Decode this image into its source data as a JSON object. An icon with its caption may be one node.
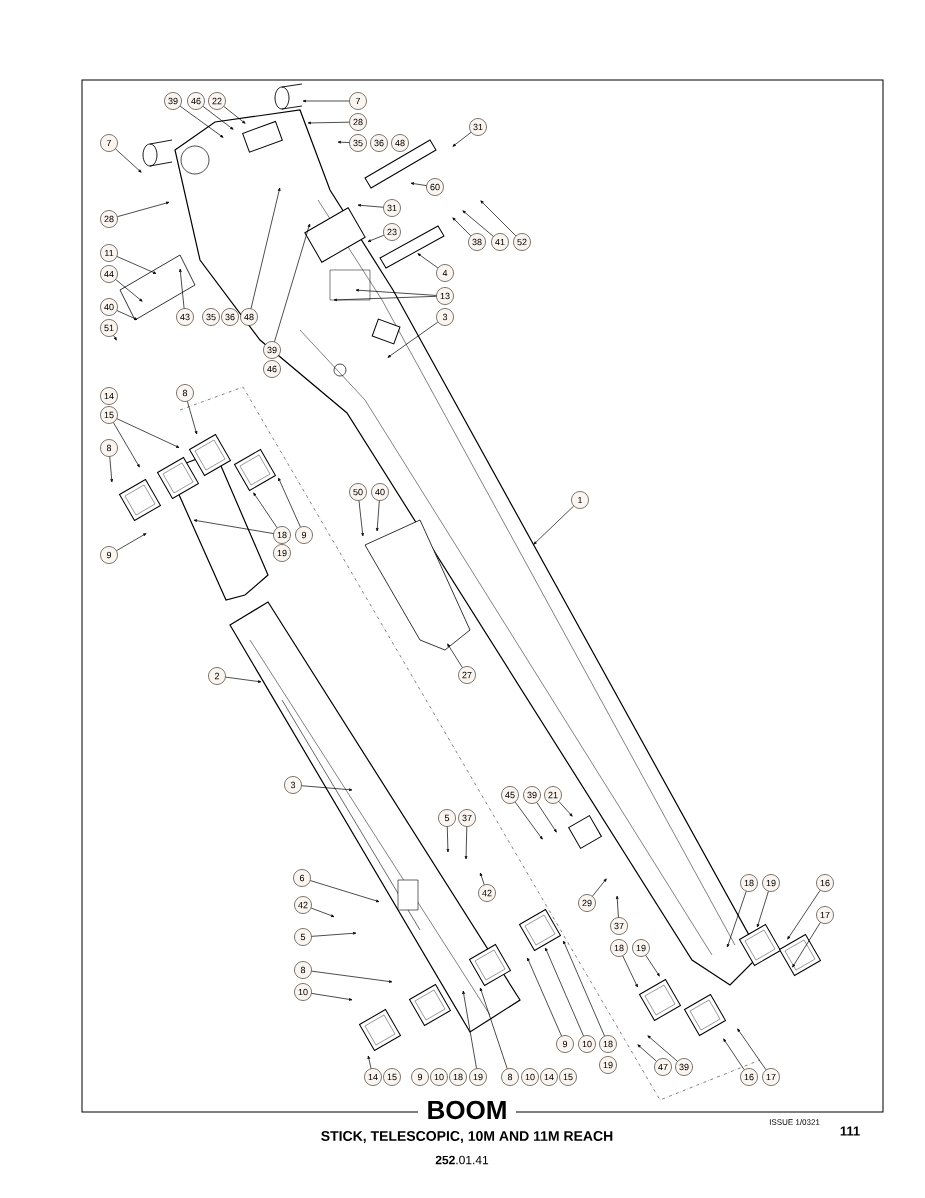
{
  "diagram": {
    "title": "BOOM",
    "nodes": [
      {
        "text": [
          "39"
        ]
      },
      {
        "text": [
          "46"
        ]
      },
      {
        "text": [
          "22"
        ]
      },
      {
        "text": [
          "7"
        ]
      },
      {
        "text": [
          "28"
        ]
      },
      {
        "text": [
          "35"
        ]
      },
      {
        "text": [
          "36"
        ]
      },
      {
        "text": [
          "48"
        ]
      },
      {
        "text": [
          "31"
        ]
      },
      {
        "text": [
          "7"
        ]
      },
      {
        "text": [
          "60"
        ]
      },
      {
        "text": [
          "31"
        ]
      },
      {
        "text": [
          "28"
        ]
      },
      {
        "text": [
          "23"
        ]
      },
      {
        "text": [
          "38"
        ]
      },
      {
        "text": [
          "41"
        ]
      },
      {
        "text": [
          "52"
        ]
      },
      {
        "text": [
          "11"
        ]
      },
      {
        "text": [
          "4"
        ]
      },
      {
        "text": [
          "44"
        ]
      },
      {
        "text": [
          "13"
        ]
      },
      {
        "text": [
          "40"
        ]
      },
      {
        "text": [
          "43"
        ]
      },
      {
        "text": [
          "35"
        ]
      },
      {
        "text": [
          "36"
        ]
      },
      {
        "text": [
          "48"
        ]
      },
      {
        "text": [
          "3"
        ]
      },
      {
        "text": [
          "51"
        ]
      },
      {
        "text": [
          "39"
        ]
      },
      {
        "text": [
          "46"
        ]
      },
      {
        "text": [
          "14"
        ]
      },
      {
        "text": [
          "8"
        ]
      },
      {
        "text": [
          "15"
        ]
      },
      {
        "text": [
          "8"
        ]
      },
      {
        "text": [
          "50"
        ]
      },
      {
        "text": [
          "40"
        ]
      },
      {
        "text": [
          "1"
        ]
      },
      {
        "text": [
          "18"
        ]
      },
      {
        "text": [
          "9"
        ]
      },
      {
        "text": [
          "9"
        ]
      },
      {
        "text": [
          "19"
        ]
      },
      {
        "text": [
          "27"
        ]
      },
      {
        "text": [
          "2"
        ]
      },
      {
        "text": [
          "3"
        ]
      },
      {
        "text": [
          "45"
        ]
      },
      {
        "text": [
          "39"
        ]
      },
      {
        "text": [
          "21"
        ]
      },
      {
        "text": [
          "5"
        ]
      },
      {
        "text": [
          "37"
        ]
      },
      {
        "text": [
          "6"
        ]
      },
      {
        "text": [
          "16"
        ]
      },
      {
        "text": [
          "18"
        ]
      },
      {
        "text": [
          "19"
        ]
      },
      {
        "text": [
          "42"
        ]
      },
      {
        "text": [
          "29"
        ]
      },
      {
        "text": [
          "42"
        ]
      },
      {
        "text": [
          "17"
        ]
      },
      {
        "text": [
          "37"
        ]
      },
      {
        "text": [
          "5"
        ]
      },
      {
        "text": [
          "18"
        ]
      },
      {
        "text": [
          "19"
        ]
      },
      {
        "text": [
          "8"
        ]
      },
      {
        "text": [
          "10"
        ]
      },
      {
        "text": [
          "9"
        ]
      },
      {
        "text": [
          "10"
        ]
      },
      {
        "text": [
          "18"
        ]
      },
      {
        "text": [
          "19"
        ]
      },
      {
        "text": [
          "47"
        ]
      },
      {
        "text": [
          "39"
        ]
      },
      {
        "text": [
          "14"
        ]
      },
      {
        "text": [
          "15"
        ]
      },
      {
        "text": [
          "9"
        ]
      },
      {
        "text": [
          "10"
        ]
      },
      {
        "text": [
          "18"
        ]
      },
      {
        "text": [
          "19"
        ]
      },
      {
        "text": [
          "8"
        ]
      },
      {
        "text": [
          "10"
        ]
      },
      {
        "text": [
          "14"
        ]
      },
      {
        "text": [
          "15"
        ]
      },
      {
        "text": [
          "16"
        ]
      },
      {
        "text": [
          "17"
        ]
      }
    ],
    "edges": [
      {
        "from": 0,
        "to": null,
        "arrow": "to"
      },
      {
        "from": 1,
        "to": null,
        "arrow": "to"
      },
      {
        "from": 2,
        "to": null,
        "arrow": "to"
      },
      {
        "from": 3,
        "to": null,
        "arrow": "to"
      },
      {
        "from": 4,
        "to": null,
        "arrow": "to"
      },
      {
        "from": 5,
        "to": null,
        "arrow": "to"
      },
      {
        "from": 8,
        "to": null,
        "arrow": "to"
      },
      {
        "from": 9,
        "to": null,
        "arrow": "to"
      },
      {
        "from": 10,
        "to": null,
        "arrow": "to"
      },
      {
        "from": 11,
        "to": null,
        "arrow": "to"
      },
      {
        "from": 12,
        "to": null,
        "arrow": "to"
      },
      {
        "from": 13,
        "to": null,
        "arrow": "to"
      },
      {
        "from": 14,
        "to": null,
        "arrow": "to"
      },
      {
        "from": 15,
        "to": null,
        "arrow": "to"
      },
      {
        "from": 16,
        "to": null,
        "arrow": "to"
      },
      {
        "from": 17,
        "to": null,
        "arrow": "to"
      },
      {
        "from": 18,
        "to": null,
        "arrow": "to"
      },
      {
        "from": 19,
        "to": null,
        "arrow": "to"
      },
      {
        "from": 20,
        "to": null,
        "arrow": "to"
      },
      {
        "from": 20,
        "to": null,
        "arrow": "to"
      },
      {
        "from": 21,
        "to": null,
        "arrow": "to"
      },
      {
        "from": 22,
        "to": null,
        "arrow": "to"
      },
      {
        "from": 25,
        "to": null,
        "arrow": "to"
      },
      {
        "from": 26,
        "to": null,
        "arrow": "to"
      },
      {
        "from": 27,
        "to": null,
        "arrow": "to"
      },
      {
        "from": 28,
        "to": null,
        "arrow": "to"
      },
      {
        "from": 31,
        "to": null,
        "arrow": "to"
      },
      {
        "from": 32,
        "to": null,
        "arrow": "to"
      },
      {
        "from": 32,
        "to": null,
        "arrow": "to"
      },
      {
        "from": 33,
        "to": null,
        "arrow": "to"
      },
      {
        "from": 34,
        "to": null,
        "arrow": "to"
      },
      {
        "from": 35,
        "to": null,
        "arrow": "to"
      },
      {
        "from": 36,
        "to": null,
        "arrow": "to"
      },
      {
        "from": 37,
        "to": null,
        "arrow": "to"
      },
      {
        "from": 37,
        "to": null,
        "arrow": "to"
      },
      {
        "from": 38,
        "to": null,
        "arrow": "to"
      },
      {
        "from": 39,
        "to": null,
        "arrow": "to"
      },
      {
        "from": 41,
        "to": null,
        "arrow": "to"
      },
      {
        "from": 42,
        "to": null,
        "arrow": "to"
      },
      {
        "from": 43,
        "to": null,
        "arrow": "to"
      },
      {
        "from": 44,
        "to": null,
        "arrow": "to"
      },
      {
        "from": 45,
        "to": null,
        "arrow": "to"
      },
      {
        "from": 46,
        "to": null,
        "arrow": "to"
      },
      {
        "from": 47,
        "to": null,
        "arrow": "to"
      },
      {
        "from": 48,
        "to": null,
        "arrow": "to"
      },
      {
        "from": 49,
        "to": null,
        "arrow": "to"
      },
      {
        "from": 50,
        "to": null,
        "arrow": "to"
      },
      {
        "from": 51,
        "to": null,
        "arrow": "to"
      },
      {
        "from": 52,
        "to": null,
        "arrow": "to"
      },
      {
        "from": 53,
        "to": null,
        "arrow": "to"
      },
      {
        "from": 54,
        "to": null,
        "arrow": "to"
      },
      {
        "from": 55,
        "to": null,
        "arrow": "to"
      },
      {
        "from": 56,
        "to": null,
        "arrow": "to"
      },
      {
        "from": 57,
        "to": null,
        "arrow": "to"
      },
      {
        "from": 58,
        "to": null,
        "arrow": "to"
      },
      {
        "from": 59,
        "to": null,
        "arrow": "to"
      },
      {
        "from": 60,
        "to": null,
        "arrow": "to"
      },
      {
        "from": 61,
        "to": null,
        "arrow": "to"
      },
      {
        "from": 62,
        "to": null,
        "arrow": "to"
      },
      {
        "from": 63,
        "to": null,
        "arrow": "to"
      },
      {
        "from": 64,
        "to": null,
        "arrow": "to"
      },
      {
        "from": 65,
        "to": null,
        "arrow": "to"
      },
      {
        "from": 67,
        "to": null,
        "arrow": "to"
      },
      {
        "from": 68,
        "to": null,
        "arrow": "to"
      },
      {
        "from": 69,
        "to": null,
        "arrow": "to"
      },
      {
        "from": 74,
        "to": null,
        "arrow": "to"
      },
      {
        "from": 75,
        "to": null,
        "arrow": "to"
      },
      {
        "from": 79,
        "to": null,
        "arrow": "to"
      },
      {
        "from": 80,
        "to": null,
        "arrow": "to"
      }
    ],
    "labels": [
      "STICK, TELESCOPIC, 10M AND 11M REACH",
      "**252**.01.41",
      "ISSUE 1/0321",
      "111"
    ]
  }
}
